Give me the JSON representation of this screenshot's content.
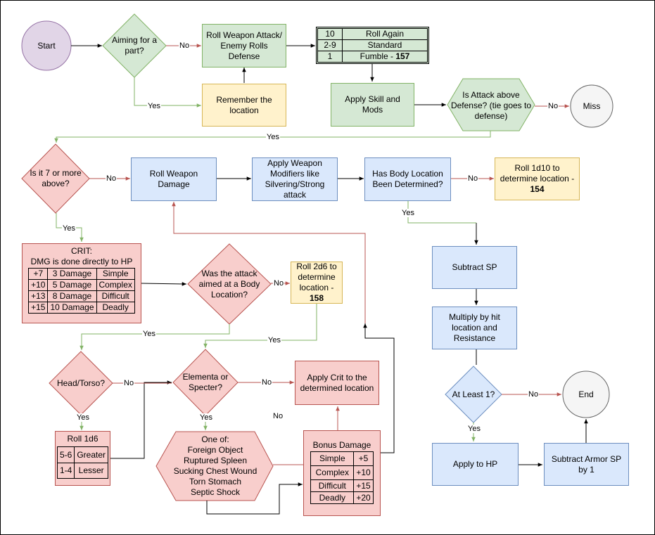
{
  "colors": {
    "green_fill": "#d5e8d4",
    "green_stroke": "#82b366",
    "yellow_fill": "#fff2cc",
    "yellow_stroke": "#d6b656",
    "blue_fill": "#dae8fc",
    "blue_stroke": "#6c8ebf",
    "red_fill": "#f8cecc",
    "red_stroke": "#b85450",
    "start_fill": "#e1d5e7",
    "start_stroke": "#9673a6",
    "end_fill": "#f5f5f5",
    "end_stroke": "#666666"
  },
  "nodes": {
    "start": "Start",
    "aiming": "Aiming for a part?",
    "roll_attack": "Roll Weapon Attack/ Enemy Rolls Defense",
    "remember": "Remember the location",
    "apply_skill": "Apply Skill and Mods",
    "attack_above": "Is Attack above Defense? (tie goes to defense)",
    "miss": "Miss",
    "seven_above": "Is it 7 or more above?",
    "roll_damage": "Roll Weapon Damage",
    "apply_modifiers": "Apply Weapon Modifiers like Silvering/Strong attack",
    "body_determined": "Has Body Location Been Determined?",
    "roll_1d10_text": "Roll 1d10 to determine location - ",
    "roll_1d10_ref": "154",
    "subtract_sp": "Subtract SP",
    "multiply": "Multiply by hit location and Resistance",
    "at_least_1": "At Least 1?",
    "end": "End",
    "apply_hp": "Apply to HP",
    "subtract_armor": "Subtract Armor SP by 1",
    "aimed_body": "Was the attack aimed at a Body Location?",
    "roll_2d6_text": "Roll 2d6 to determine location - ",
    "roll_2d6_ref": "158",
    "head_torso": "Head/Torso?",
    "elementa": "Elementa or Specter?",
    "apply_crit": "Apply Crit to the determined location"
  },
  "fumble_table": {
    "rows": [
      {
        "roll": "10",
        "result": "Roll Again"
      },
      {
        "roll": "2-9",
        "result": "Standard"
      },
      {
        "roll": "1",
        "result": "Fumble - ",
        "ref": "157"
      }
    ]
  },
  "crit": {
    "title": "CRIT:",
    "subtitle": "DMG is done directly to HP",
    "rows": [
      {
        "mod": "+7",
        "damage": "3 Damage",
        "type": "Simple"
      },
      {
        "mod": "+10",
        "damage": "5 Damage",
        "type": "Complex"
      },
      {
        "mod": "+13",
        "damage": "8 Damage",
        "type": "Difficult"
      },
      {
        "mod": "+15",
        "damage": "10 Damage",
        "type": "Deadly"
      }
    ]
  },
  "roll_1d6": {
    "title": "Roll 1d6",
    "rows": [
      {
        "roll": "5-6",
        "result": "Greater"
      },
      {
        "roll": "1-4",
        "result": "Lesser"
      }
    ]
  },
  "one_of": {
    "lines": [
      "One of:",
      "Foreign Object",
      "Ruptured Spleen",
      "Sucking Chest Wound",
      "Torn Stomach",
      "Septic Shock"
    ]
  },
  "bonus_damage": {
    "title": "Bonus Damage",
    "rows": [
      {
        "type": "Simple",
        "bonus": "+5"
      },
      {
        "type": "Complex",
        "bonus": "+10"
      },
      {
        "type": "Difficult",
        "bonus": "+15"
      },
      {
        "type": "Deadly",
        "bonus": "+20"
      }
    ]
  },
  "edge_labels": {
    "aiming_no": "No",
    "aiming_yes": "Yes",
    "attack_no": "No",
    "attack_yes": "Yes",
    "seven_no": "No",
    "seven_yes": "Yes",
    "body_no": "No",
    "body_yes": "Yes",
    "aimed_no": "No",
    "aimed_yes": "Yes",
    "roll2d6_yes": "Yes",
    "head_no": "No",
    "head_yes": "Yes",
    "elementa_no": "No",
    "elementa_yes": "Yes",
    "oneof_no": "No",
    "least_no": "No",
    "least_yes": "Yes"
  }
}
